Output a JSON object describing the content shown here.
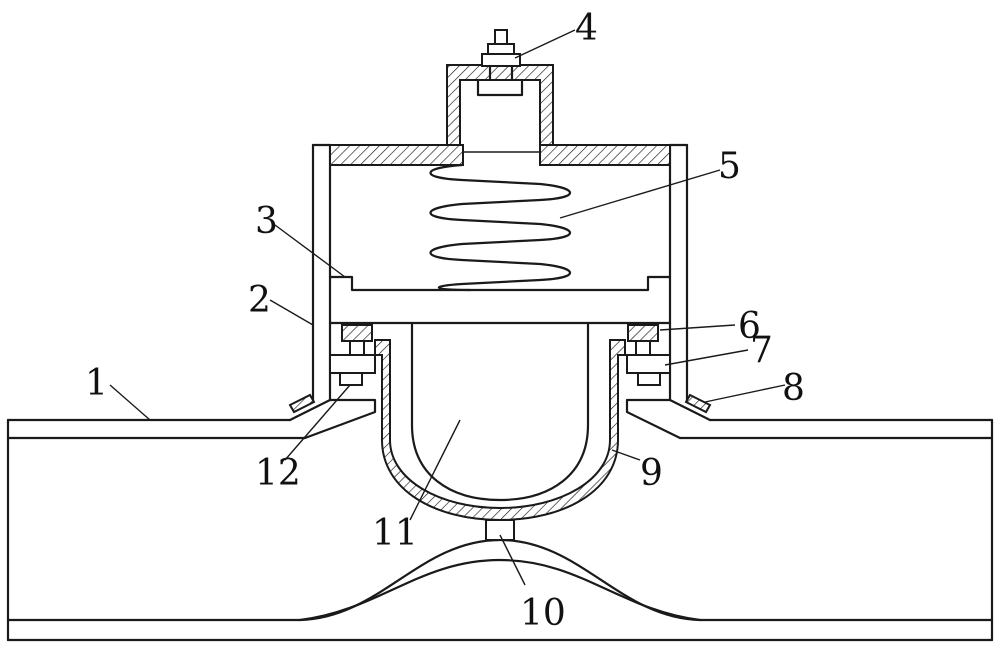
{
  "labels": [
    {
      "id": "1",
      "text": "1"
    },
    {
      "id": "2",
      "text": "2"
    },
    {
      "id": "3",
      "text": "3"
    },
    {
      "id": "4",
      "text": "4"
    },
    {
      "id": "5",
      "text": "5"
    },
    {
      "id": "6",
      "text": "6"
    },
    {
      "id": "7",
      "text": "7"
    },
    {
      "id": "8",
      "text": "8"
    },
    {
      "id": "9",
      "text": "9"
    },
    {
      "id": "10",
      "text": "10"
    },
    {
      "id": "11",
      "text": "11"
    },
    {
      "id": "12",
      "text": "12"
    }
  ],
  "colors": {
    "stroke": "#1a1a1a",
    "background": "#ffffff"
  }
}
